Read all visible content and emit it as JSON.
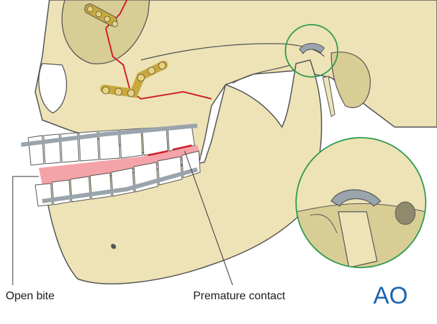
{
  "labels": {
    "open_bite": "Open bite",
    "premature_contact": "Premature contact"
  },
  "logo": {
    "text": "AO",
    "color": "#1b64b0"
  },
  "colors": {
    "bone": "#ede3b6",
    "bone_shade": "#d9cd96",
    "outline": "#555555",
    "fracture_line": "#d0202a",
    "plate": "#c8a93a",
    "gum_highlight": "#f4a3a8",
    "inset_circle": "#2e9a4e",
    "arch_bar": "#9aa4ad"
  }
}
